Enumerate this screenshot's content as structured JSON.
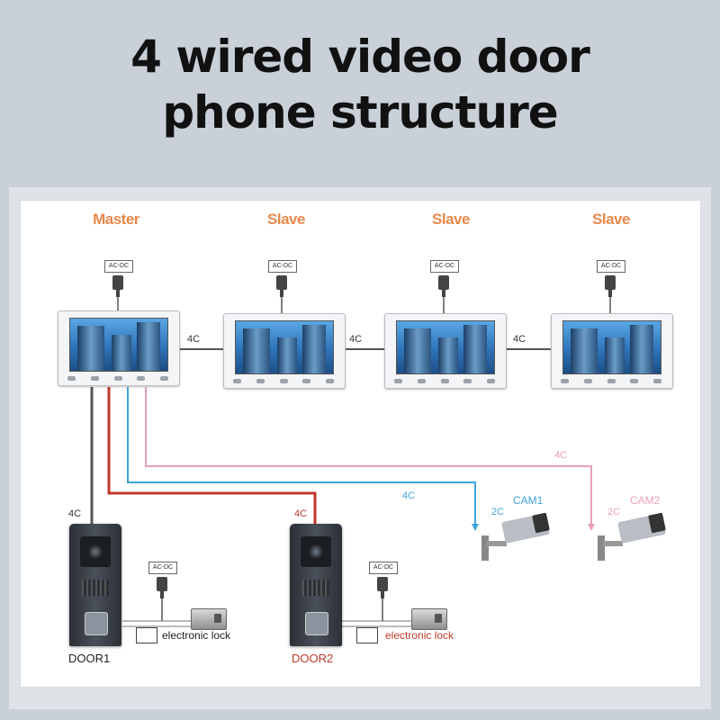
{
  "title": {
    "line1": "4 wired video door",
    "line2": "phone structure"
  },
  "roles": [
    "Master",
    "Slave",
    "Slave",
    "Slave"
  ],
  "power_label": "AC-DC",
  "wire_labels": {
    "four_core": "4C",
    "two_core": "2C"
  },
  "cameras": [
    "CAM1",
    "CAM2"
  ],
  "doors": [
    "DOOR1",
    "DOOR2"
  ],
  "lock_label": "electronic lock",
  "colors": {
    "title": "#111111",
    "role": "#e8884a",
    "red_wire": "#c0392b",
    "blue_wire": "#3fa3d8",
    "pink_wire": "#e8a0b4",
    "black_wire": "#555555"
  }
}
